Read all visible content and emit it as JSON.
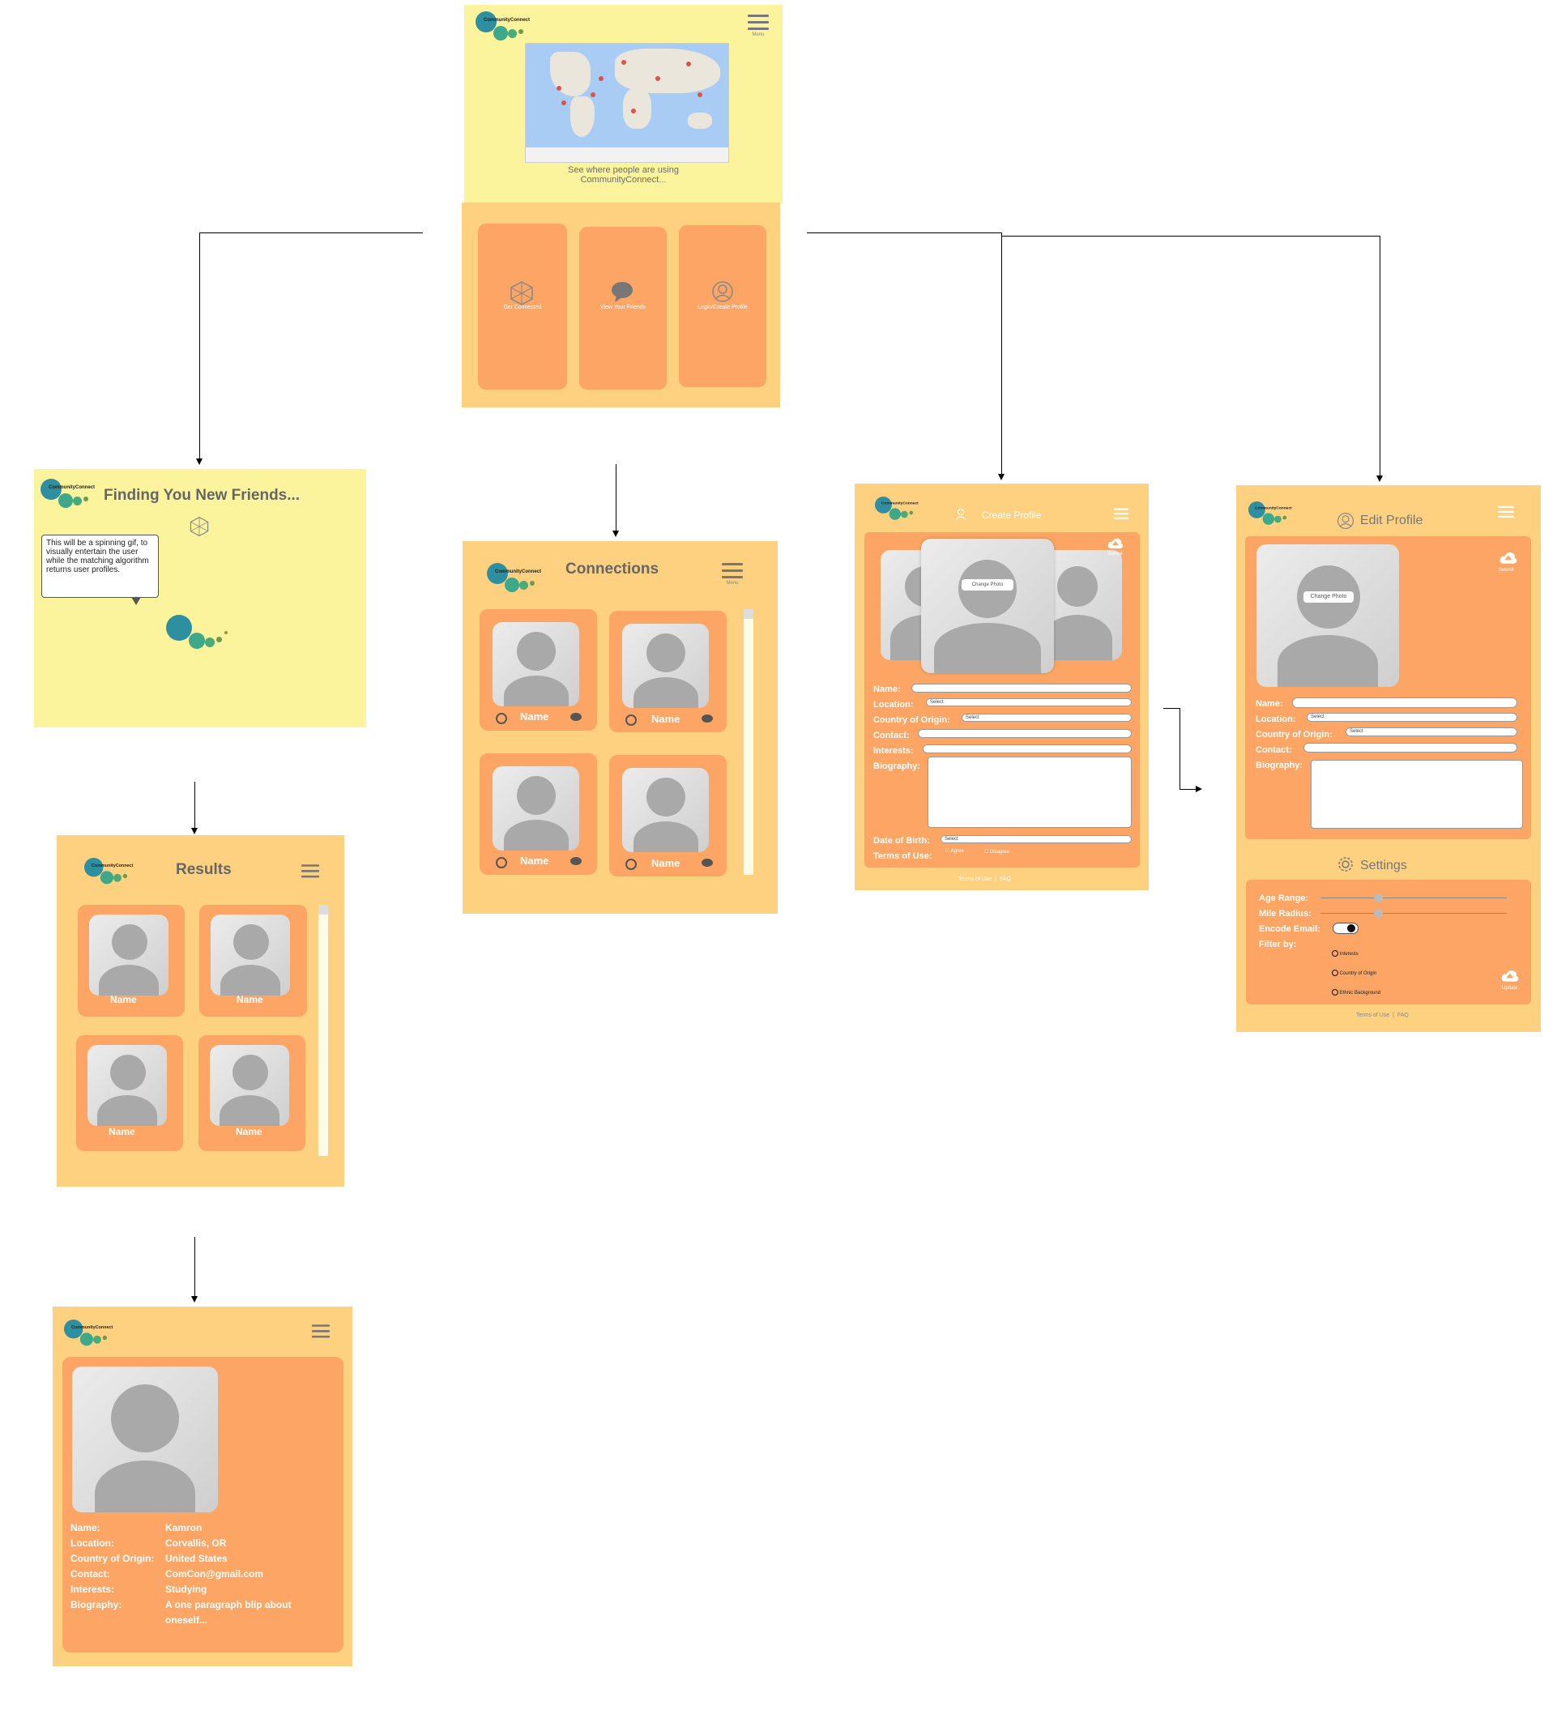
{
  "home": {
    "logo_text": "CommunityConnect",
    "menu_label": "Menu",
    "map_caption_line1": "See where people are using",
    "map_caption_line2": "CommunityConnect...",
    "tiles": [
      {
        "label": "Get Connected",
        "icon": "network-icon"
      },
      {
        "label": "View Your Friends",
        "icon": "chat-bubble-icon"
      },
      {
        "label": "Login/Create Profile",
        "icon": "user-icon"
      }
    ]
  },
  "finding": {
    "title": "Finding You New Friends...",
    "note": "This will be a spinning gif, to visually entertain the user while the matching algorithm returns user profiles."
  },
  "results": {
    "title": "Results",
    "cards": [
      "Name",
      "Name",
      "Name",
      "Name"
    ]
  },
  "connections": {
    "title": "Connections",
    "menu_label": "Menu",
    "cards": [
      "Name",
      "Name",
      "Name",
      "Name"
    ]
  },
  "profile_view": {
    "rows": [
      {
        "label": "Name:",
        "value": "Kamron"
      },
      {
        "label": "Location:",
        "value": "Corvallis, OR"
      },
      {
        "label": "Country of Origin:",
        "value": "United States"
      },
      {
        "label": "Contact:",
        "value": "ComCon@gmail.com"
      },
      {
        "label": "Interests:",
        "value": "Studying"
      },
      {
        "label": "Biography:",
        "value": "A one paragraph blip about oneself..."
      }
    ]
  },
  "create_profile": {
    "title": "Create Profile",
    "change_photo": "Change Photo",
    "submit_label": "Submit",
    "fields": [
      "Name:",
      "Location:",
      "Country of Origin:",
      "Contact:",
      "Interests:",
      "Biography:",
      "Date of Birth:",
      "Terms of Use:"
    ],
    "select_placeholder": "Select",
    "terms_options": [
      "Agree",
      "Disagree"
    ],
    "footer_terms": "Terms of Use",
    "footer_faq": "FAQ"
  },
  "edit_profile": {
    "title": "Edit Profile",
    "change_photo": "Change Photo",
    "submit_label": "Submit",
    "fields": [
      "Name:",
      "Location:",
      "Country of Origin:",
      "Contact:",
      "Biography:"
    ],
    "select_placeholder": "Select",
    "settings_title": "Settings",
    "settings_fields": [
      "Age Range:",
      "Mile Radius:",
      "Encode Email:",
      "Filter by:"
    ],
    "filter_options": [
      "Interests",
      "Country of Origin",
      "Ethnic Background"
    ],
    "update_label": "Update",
    "footer_terms": "Terms of Use",
    "footer_faq": "FAQ"
  },
  "colors": {
    "yellow": "#fbf49c",
    "peach": "#fdd17f",
    "orange": "#fca564",
    "teal": "#2e8fa0"
  }
}
